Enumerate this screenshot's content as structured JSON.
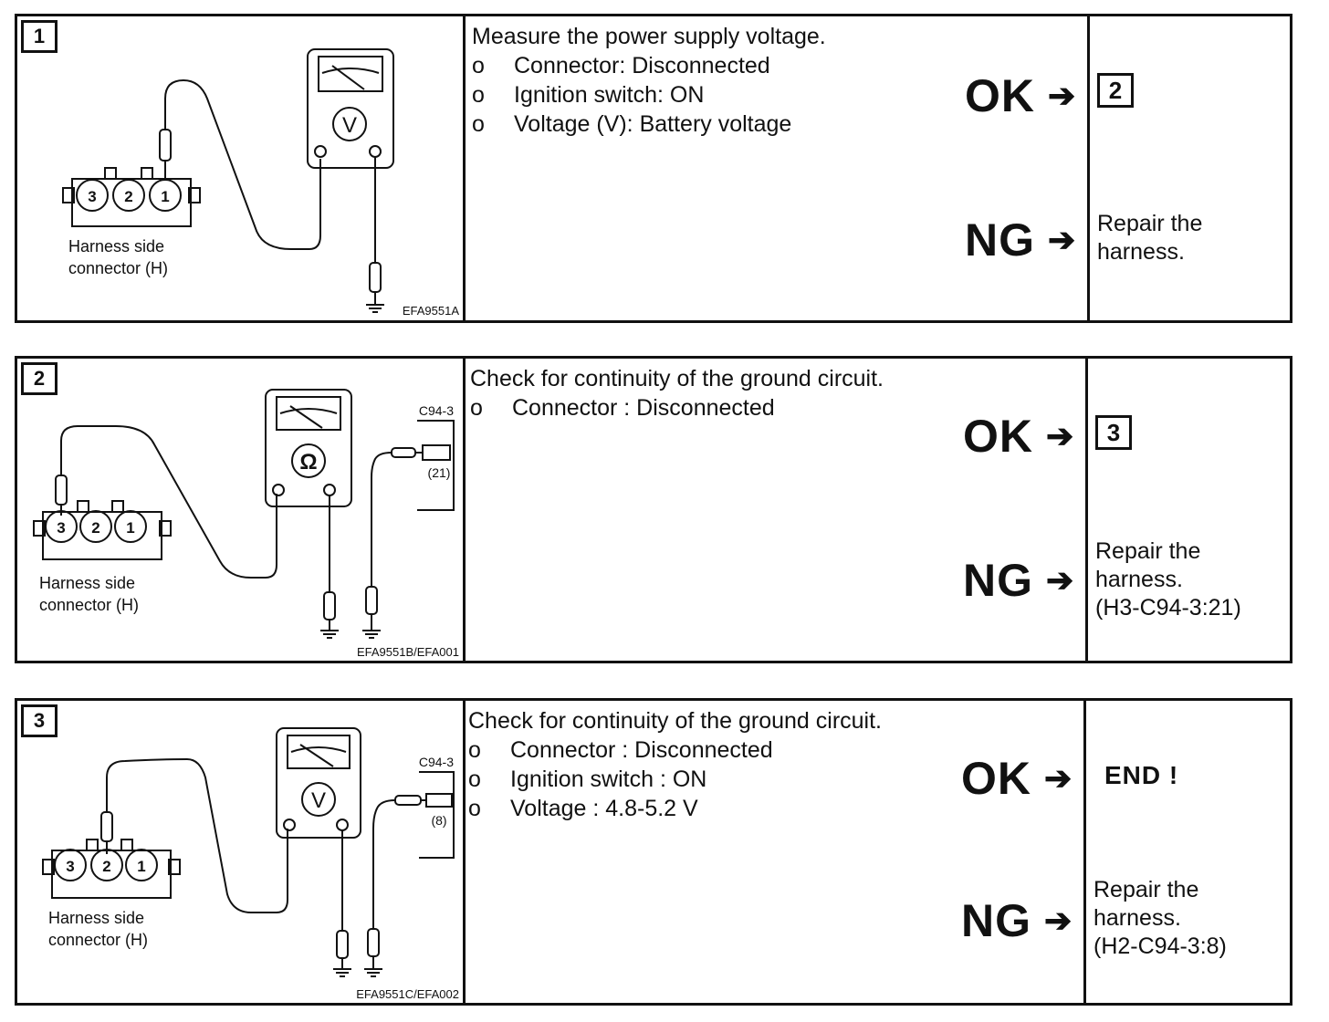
{
  "steps": [
    {
      "number": "1",
      "figure": {
        "connector_label_1": "Harness side",
        "connector_label_2": "connector (H)",
        "meter_symbol": "V",
        "figure_code": "EFA9551A",
        "pins": [
          "3",
          "2",
          "1"
        ]
      },
      "title": "Measure the power supply voltage.",
      "conditions": [
        {
          "bullet": "o",
          "text": "Connector: Disconnected"
        },
        {
          "bullet": "o",
          "text": "Ignition switch: ON"
        },
        {
          "bullet": "o",
          "text": "Voltage (V): Battery voltage"
        }
      ],
      "ok_label": "OK",
      "ok_arrow": "➔",
      "ok_result": "2",
      "ng_label": "NG",
      "ng_arrow": "➔",
      "ng_result_lines": [
        "Repair the",
        "harness."
      ]
    },
    {
      "number": "2",
      "figure": {
        "connector_label_1": "Harness side",
        "connector_label_2": "connector (H)",
        "meter_symbol": "Ω",
        "figure_code": "EFA9551B/EFA001",
        "ref_connector": "C94-3",
        "ref_pin": "(21)",
        "pins": [
          "3",
          "2",
          "1"
        ]
      },
      "title": "Check for continuity of the ground circuit.",
      "conditions": [
        {
          "bullet": "o",
          "text": "Connector : Disconnected"
        }
      ],
      "ok_label": "OK",
      "ok_arrow": "➔",
      "ok_result": "3",
      "ng_label": "NG",
      "ng_arrow": "➔",
      "ng_result_lines": [
        "Repair the",
        "harness.",
        "(H3-C94-3:21)"
      ]
    },
    {
      "number": "3",
      "figure": {
        "connector_label_1": "Harness side",
        "connector_label_2": "connector (H)",
        "meter_symbol": "V",
        "figure_code": "EFA9551C/EFA002",
        "ref_connector": "C94-3",
        "ref_pin": "(8)",
        "pins": [
          "3",
          "2",
          "1"
        ]
      },
      "title": "Check for continuity of the ground circuit.",
      "conditions": [
        {
          "bullet": "o",
          "text": "Connector : Disconnected"
        },
        {
          "bullet": "o",
          "text": "Ignition switch : ON"
        },
        {
          "bullet": "o",
          "text": "Voltage : 4.8-5.2 V"
        }
      ],
      "ok_label": "OK",
      "ok_arrow": "➔",
      "ok_result": "END !",
      "ng_label": "NG",
      "ng_arrow": "➔",
      "ng_result_lines": [
        "Repair the",
        "harness.",
        "(H2-C94-3:8)"
      ]
    }
  ]
}
